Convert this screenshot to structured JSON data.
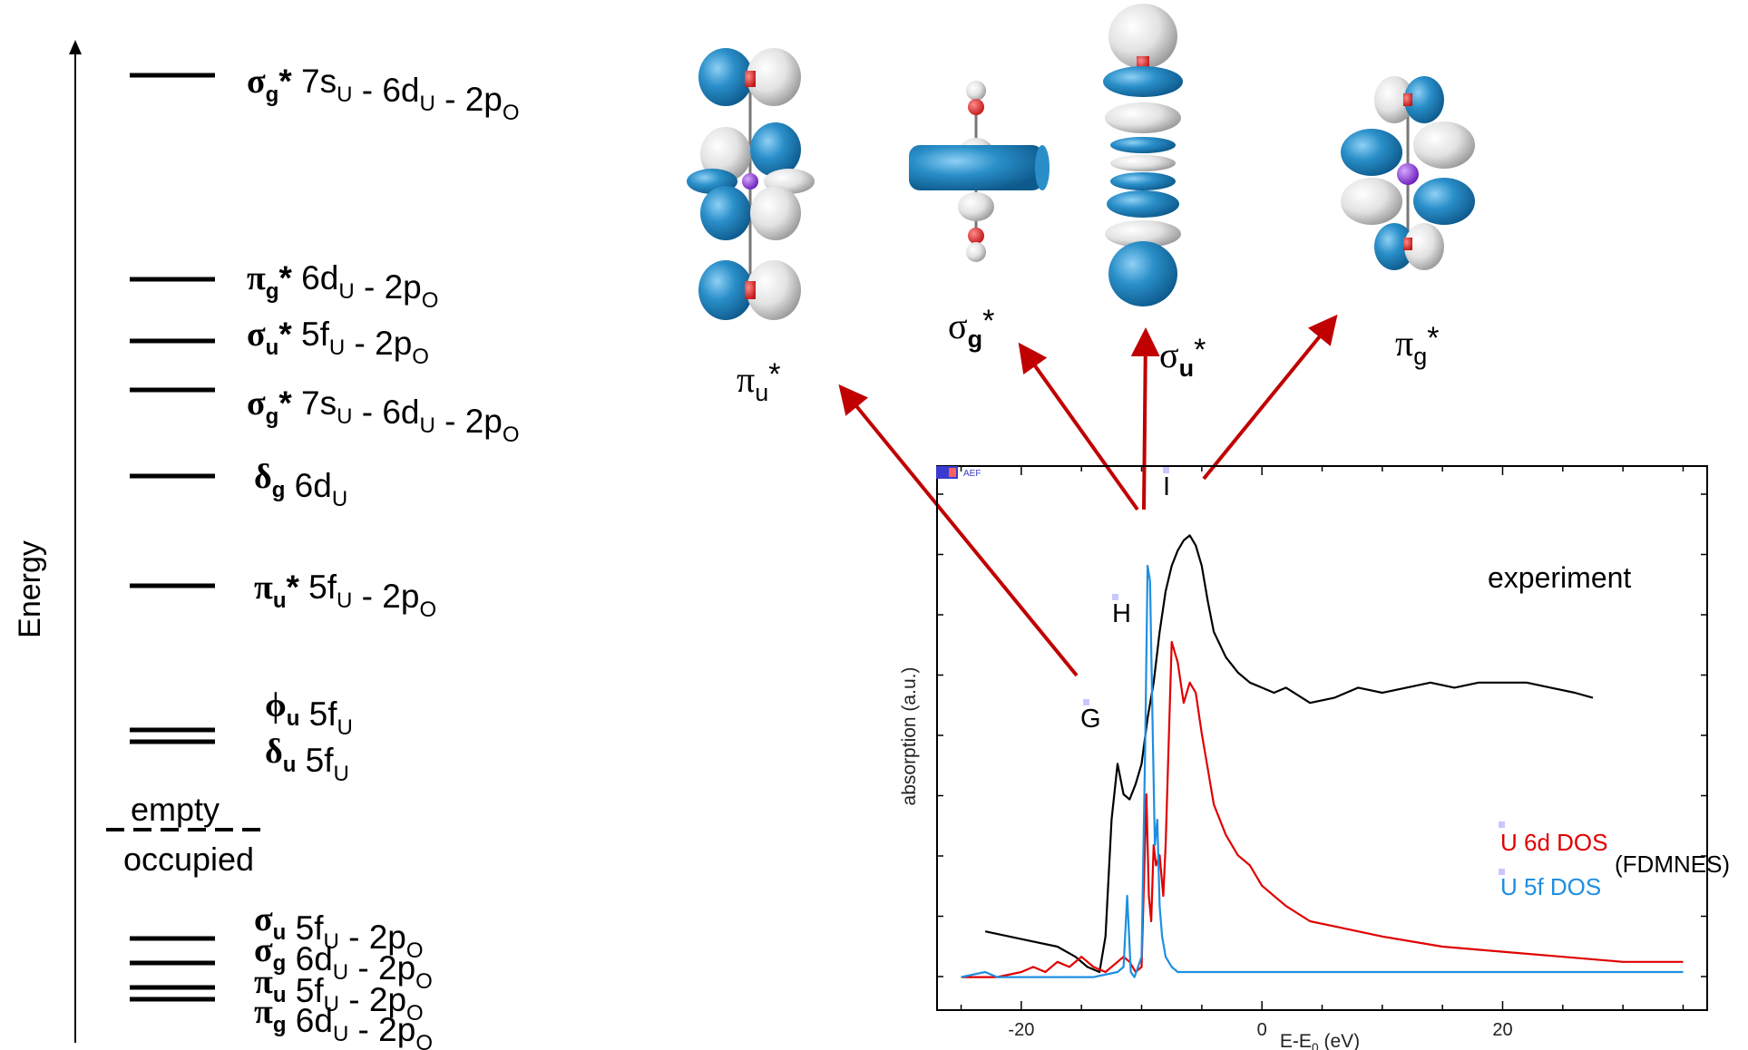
{
  "energy_axis": {
    "label": "Energy"
  },
  "levels": [
    {
      "sym": "σ",
      "sub": "g",
      "star": "*",
      "parts": [
        [
          "7s",
          "U"
        ],
        [
          "6d",
          "U"
        ],
        [
          "2p",
          "O"
        ]
      ]
    },
    {
      "sym": "π",
      "sub": "g",
      "star": "*",
      "parts": [
        [
          "6d",
          "U"
        ],
        [
          "2p",
          "O"
        ]
      ]
    },
    {
      "sym": "σ",
      "sub": "u",
      "star": "*",
      "parts": [
        [
          "5f",
          "U"
        ],
        [
          "2p",
          "O"
        ]
      ]
    },
    {
      "sym": "σ",
      "sub": "g",
      "star": "*",
      "parts": [
        [
          "7s",
          "U"
        ],
        [
          "6d",
          "U"
        ],
        [
          "2p",
          "O"
        ]
      ]
    },
    {
      "sym": "δ",
      "sub": "g",
      "star": "",
      "parts": [
        [
          "6d",
          "U"
        ]
      ]
    },
    {
      "sym": "π",
      "sub": "u",
      "star": "*",
      "parts": [
        [
          "5f",
          "U"
        ],
        [
          "2p",
          "O"
        ]
      ]
    },
    {
      "sym": "ϕ",
      "sub": "u",
      "star": "",
      "parts": [
        [
          "5f",
          "U"
        ]
      ]
    },
    {
      "sym": "δ",
      "sub": "u",
      "star": "",
      "parts": [
        [
          "5f",
          "U"
        ]
      ]
    },
    {
      "sym": "σ",
      "sub": "u",
      "star": "",
      "parts": [
        [
          "5f",
          "U"
        ],
        [
          "2p",
          "O"
        ]
      ]
    },
    {
      "sym": "σ",
      "sub": "g",
      "star": "",
      "parts": [
        [
          "6d",
          "U"
        ],
        [
          "2p",
          "O"
        ]
      ]
    },
    {
      "sym": "π",
      "sub": "u",
      "star": "",
      "parts": [
        [
          "5f",
          "U"
        ],
        [
          "2p",
          "O"
        ]
      ]
    },
    {
      "sym": "π",
      "sub": "g",
      "star": "",
      "parts": [
        [
          "6d",
          "U"
        ],
        [
          "2p",
          "O"
        ]
      ]
    }
  ],
  "separator": {
    "top": "empty",
    "bottom": "occupied"
  },
  "orbitals": [
    {
      "sym": "π",
      "sub": "u",
      "star": "*"
    },
    {
      "sym": "σ",
      "sub": "g",
      "star": "*"
    },
    {
      "sym": "σ",
      "sub": "u",
      "star": "*"
    },
    {
      "sym": "π",
      "sub": "g",
      "star": "*"
    }
  ],
  "colors": {
    "lobe_blue": "#2a8fc9",
    "lobe_white": "#e8e8e8",
    "oxygen": "#e03030",
    "uranium": "#8a2be2",
    "arrow": "#c00000",
    "dos_6d": "#e00000",
    "dos_5f": "#1e8fe0"
  },
  "chart_data": {
    "type": "line",
    "xlabel": "E-E0 (eV)",
    "xlabel_main": "E-E",
    "xlabel_sub": "0",
    "xlabel_unit": " (eV)",
    "ylabel": "absorption (a.u.)",
    "xlim": [
      -27,
      37
    ],
    "ylim": [
      0,
      1
    ],
    "xticks": [
      -20,
      0,
      20
    ],
    "peaks": [
      "G",
      "H",
      "I"
    ],
    "legend": [
      "U 6d DOS",
      "U 5f DOS"
    ],
    "legend_note": "(FDMNES)",
    "annotation": "experiment",
    "window_badge": "AEF",
    "series": [
      {
        "name": "experiment",
        "color": "#000000",
        "x": [
          -23,
          -21,
          -19,
          -17,
          -15.5,
          -14.5,
          -13.5,
          -13,
          -12.5,
          -12,
          -11.5,
          -11,
          -10.5,
          -10,
          -9.5,
          -9,
          -8.5,
          -8,
          -7.5,
          -7,
          -6.5,
          -6,
          -5.5,
          -5,
          -4.5,
          -4,
          -3,
          -2,
          -1,
          0,
          1,
          2,
          4,
          6,
          8,
          10,
          12,
          14,
          16,
          18,
          20,
          22,
          24,
          26,
          27.5
        ],
        "y": [
          0.13,
          0.12,
          0.11,
          0.1,
          0.08,
          0.06,
          0.05,
          0.12,
          0.35,
          0.46,
          0.4,
          0.39,
          0.42,
          0.46,
          0.55,
          0.62,
          0.72,
          0.8,
          0.85,
          0.88,
          0.9,
          0.91,
          0.89,
          0.85,
          0.78,
          0.72,
          0.67,
          0.64,
          0.62,
          0.61,
          0.6,
          0.61,
          0.58,
          0.59,
          0.61,
          0.6,
          0.61,
          0.62,
          0.61,
          0.62,
          0.62,
          0.62,
          0.61,
          0.6,
          0.59
        ]
      },
      {
        "name": "U 6d DOS",
        "color": "#e00000",
        "x": [
          -25,
          -22,
          -20,
          -19,
          -18,
          -17,
          -16,
          -15,
          -14,
          -13,
          -12,
          -11.5,
          -11,
          -10.5,
          -10,
          -9.6,
          -9.4,
          -9.2,
          -9,
          -8.8,
          -8.5,
          -8.2,
          -8,
          -7.5,
          -7,
          -6.5,
          -6,
          -5.5,
          -5,
          -4.5,
          -4,
          -3,
          -2,
          -1,
          0,
          1,
          2,
          4,
          6,
          8,
          10,
          15,
          20,
          25,
          30,
          35
        ],
        "y": [
          0.04,
          0.04,
          0.05,
          0.06,
          0.05,
          0.07,
          0.06,
          0.08,
          0.06,
          0.05,
          0.07,
          0.08,
          0.07,
          0.05,
          0.06,
          0.4,
          0.2,
          0.15,
          0.3,
          0.26,
          0.28,
          0.2,
          0.3,
          0.7,
          0.66,
          0.58,
          0.62,
          0.6,
          0.52,
          0.45,
          0.38,
          0.32,
          0.28,
          0.26,
          0.22,
          0.2,
          0.18,
          0.15,
          0.14,
          0.13,
          0.12,
          0.1,
          0.09,
          0.08,
          0.07,
          0.07
        ]
      },
      {
        "name": "U 5f DOS",
        "color": "#1e8fe0",
        "x": [
          -25,
          -23,
          -22,
          -20,
          -18,
          -16,
          -14,
          -12,
          -11.5,
          -11.2,
          -10.9,
          -10.6,
          -10,
          -9.7,
          -9.5,
          -9.3,
          -9.1,
          -8.9,
          -8.7,
          -8.5,
          -8.3,
          -8,
          -7.5,
          -7,
          -6,
          -5,
          0,
          10,
          20,
          35
        ],
        "y": [
          0.04,
          0.05,
          0.04,
          0.04,
          0.04,
          0.04,
          0.04,
          0.05,
          0.06,
          0.2,
          0.05,
          0.04,
          0.08,
          0.5,
          0.85,
          0.82,
          0.55,
          0.3,
          0.35,
          0.18,
          0.12,
          0.08,
          0.06,
          0.05,
          0.05,
          0.05,
          0.05,
          0.05,
          0.05,
          0.05
        ]
      }
    ]
  }
}
